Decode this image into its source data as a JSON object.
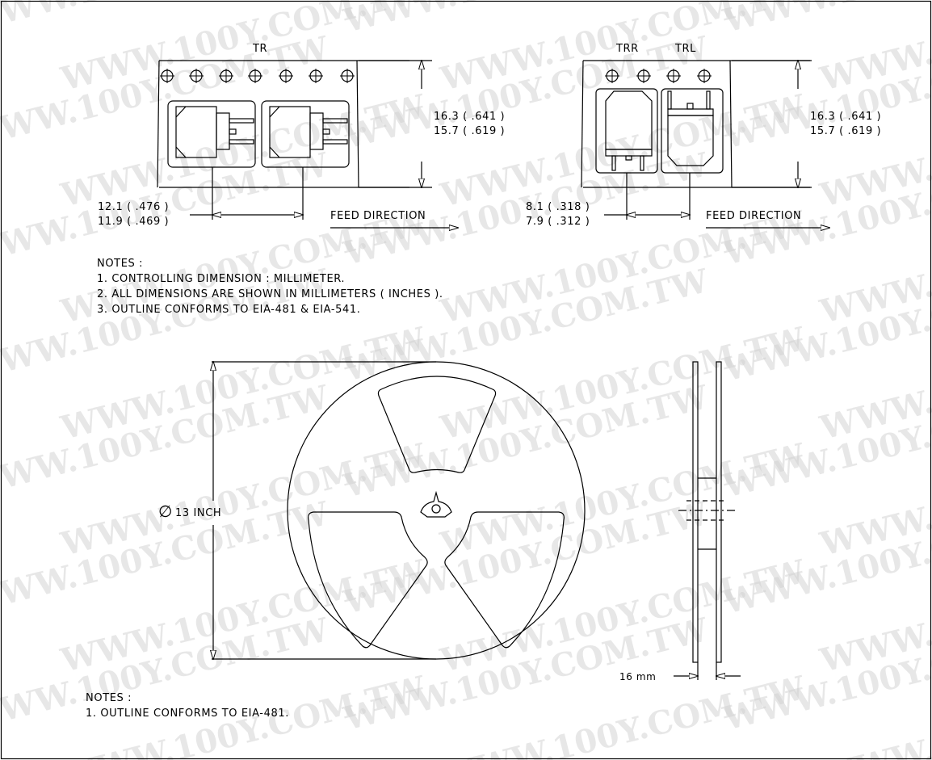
{
  "watermark": "WWW.100Y.COM.TW",
  "tape_tr": {
    "label": "TR",
    "height_max": "16.3 ( .641 )",
    "height_min": "15.7 ( .619 )",
    "pitch_max": "12.1 ( .476 )",
    "pitch_min": "11.9 ( .469 )",
    "feed": "FEED DIRECTION"
  },
  "tape_trr_trl": {
    "label_right_hand": "TRR",
    "label_left_hand": "TRL",
    "height_max": "16.3 ( .641 )",
    "height_min": "15.7 ( .619 )",
    "pitch_max": "8.1 ( .318 )",
    "pitch_min": "7.9 ( .312 )",
    "feed": "FEED DIRECTION"
  },
  "notes_tape": {
    "heading": "NOTES :",
    "items": [
      "1. CONTROLLING DIMENSION : MILLIMETER.",
      "2. ALL DIMENSIONS ARE SHOWN IN MILLIMETERS ( INCHES ).",
      "3. OUTLINE CONFORMS TO EIA-481 & EIA-541."
    ]
  },
  "reel": {
    "diameter_symbol": "∅",
    "diameter": "13 INCH",
    "width": "16 mm"
  },
  "notes_reel": {
    "heading": "NOTES :",
    "items": [
      "1. OUTLINE CONFORMS TO EIA-481."
    ]
  }
}
